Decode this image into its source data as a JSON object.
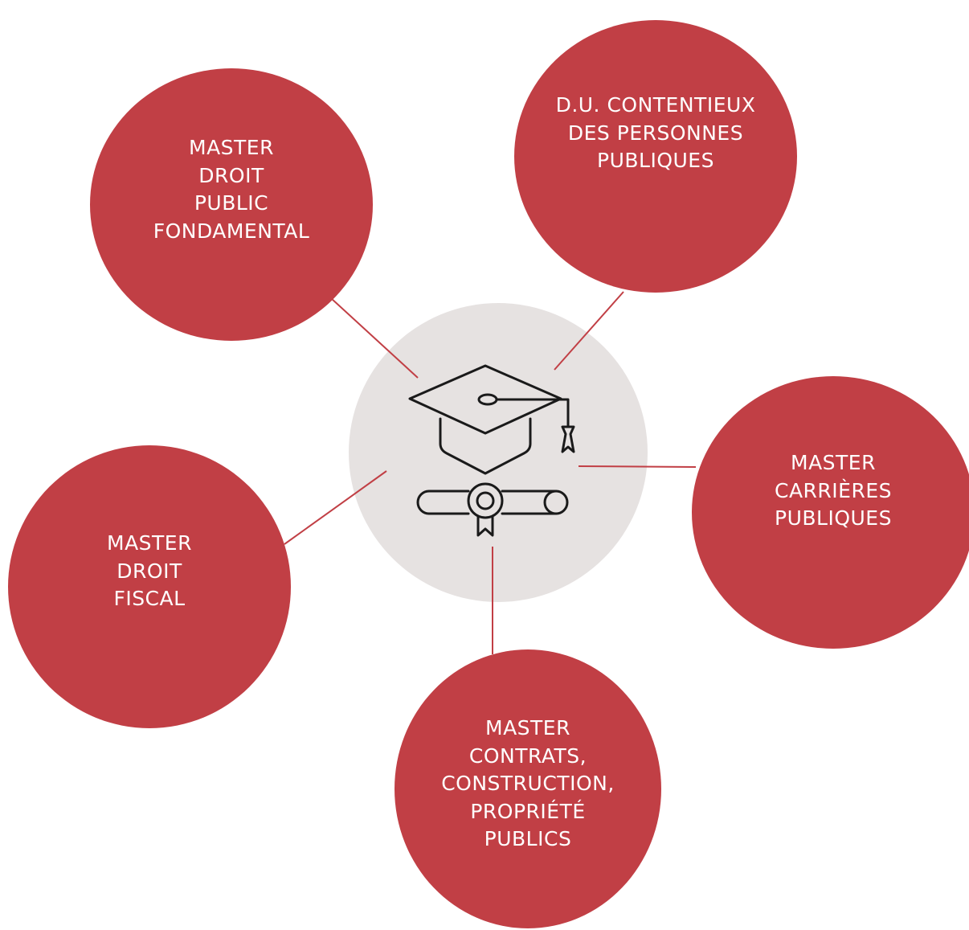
{
  "diagram": {
    "center": {
      "icons": [
        "graduation-cap-icon",
        "diploma-icon"
      ]
    },
    "nodes": [
      {
        "id": "droit-public",
        "label": "MASTER\nDROIT\nPUBLIC\nFONDAMENTAL"
      },
      {
        "id": "du-contentieux",
        "label": "D.U. CONTENTIEUX\nDES PERSONNES\nPUBLIQUES"
      },
      {
        "id": "carrieres",
        "label": "MASTER\nCARRIÈRES\nPUBLIQUES"
      },
      {
        "id": "contrats",
        "label": "MASTER\nCONTRATS,\nCONSTRUCTION,\nPROPRIÉTÉ\nPUBLICS"
      },
      {
        "id": "fiscal",
        "label": "MASTER\nDROIT\nFISCAL"
      }
    ],
    "colors": {
      "node_fill": "#c13f45",
      "node_text": "#ffffff",
      "hub_fill": "#e6e2e1",
      "connector": "#c13f45",
      "icon_stroke": "#1a1a1a"
    }
  }
}
